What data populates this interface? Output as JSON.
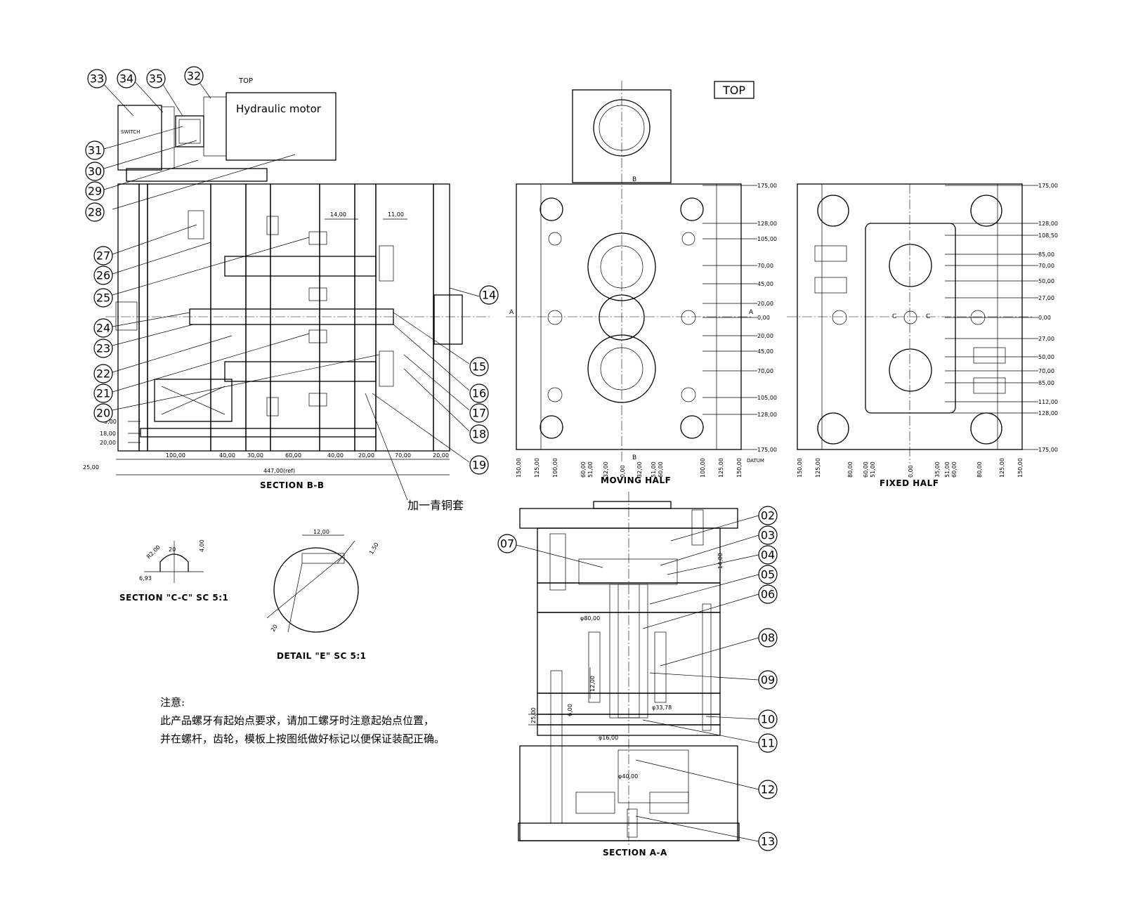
{
  "labels": {
    "hydraulic_motor": "Hydraulic motor",
    "switch": "SWITCH",
    "top_small": "TOP",
    "top_box": "TOP",
    "copper_sleeve": "加一青铜套"
  },
  "section_titles": {
    "bb": "SECTION B-B",
    "moving": "MOVING HALF",
    "fixed": "FIXED HALF",
    "aa": "SECTION A-A",
    "cc": "SECTION \"C-C\" SC 5:1",
    "detail_e": "DETAIL \"E\" SC 5:1"
  },
  "balloons": {
    "b33": "33",
    "b34": "34",
    "b35": "35",
    "b32": "32",
    "b31": "31",
    "b30": "30",
    "b29": "29",
    "b28": "28",
    "b27": "27",
    "b26": "26",
    "b25": "25",
    "b24": "24",
    "b23": "23",
    "b22": "22",
    "b21": "21",
    "b20": "20",
    "b14": "14",
    "b15": "15",
    "b16": "16",
    "b17": "17",
    "b18": "18",
    "b19": "19",
    "b02": "02",
    "b03": "03",
    "b04": "04",
    "b05": "05",
    "b06": "06",
    "b07": "07",
    "b08": "08",
    "b09": "09",
    "b10": "10",
    "b11": "11",
    "b12": "12",
    "b13": "13"
  },
  "bb_dims": {
    "d1": "14,00",
    "d2": "11,00",
    "d3": "5,00",
    "d4": "18,00",
    "d5": "20,00",
    "d6": "25,00",
    "d7": "100,00",
    "d8": "40,00",
    "d9": "30,00",
    "d10": "60,00",
    "d11": "40,00",
    "d12": "20,00",
    "d13": "70,00",
    "d14": "20,00",
    "d15": "447,00(ref)"
  },
  "moving_right_dims": {
    "r1": "175,00",
    "r2": "128,00",
    "r3": "105,00",
    "r4": "70,00",
    "r5": "45,00",
    "r6": "20,00",
    "r7": "0,00",
    "r8": "20,00",
    "r9": "45,00",
    "r10": "70,00",
    "r11": "105,00",
    "r12": "128,00",
    "r13": "175,00"
  },
  "moving_bottom_dims": {
    "m1": "150,00",
    "m2": "125,00",
    "m3": "100,00",
    "m4": "60,00",
    "m5": "51,00",
    "m6": "32,00",
    "m7": "0,00",
    "m8": "32,00",
    "m9": "51,00",
    "m10": "60,00",
    "m11": "100,00",
    "m12": "125,00",
    "m13": "150,00",
    "datum": "DATUM"
  },
  "fixed_right_dims": {
    "f1": "175,00",
    "f2": "128,00",
    "f3": "108,50",
    "f4": "85,00",
    "f5": "70,00",
    "f6": "50,00",
    "f7": "27,00",
    "f8": "0,00",
    "f9": "27,00",
    "f10": "50,00",
    "f11": "70,00",
    "f12": "85,00",
    "f13": "112,00",
    "f14": "128,00",
    "f15": "175,00"
  },
  "fixed_bottom_dims": {
    "g1": "150,00",
    "g2": "125,00",
    "g3": "80,00",
    "g4": "60,00",
    "g5": "51,00",
    "g6": "0,00",
    "g7": "35,00",
    "g8": "51,00",
    "g9": "60,00",
    "g10": "80,00",
    "g11": "125,00",
    "g12": "150,00"
  },
  "aa_dims": {
    "a1": "φ80,00",
    "a2": "12,00",
    "a3": "25,00",
    "a4": "6,00",
    "a5": "φ33,78",
    "a6": "φ16,00",
    "a7": "φ40,00",
    "a8": "14,00"
  },
  "cc_dims": {
    "c1": "R2,00",
    "c2": "20",
    "c3": "4,00",
    "c4": "6,93"
  },
  "e_dims": {
    "e1": "12,00",
    "e2": "1,50",
    "e3": "20"
  },
  "note": {
    "title": "注意:",
    "line1": "此产品螺牙有起始点要求，请加工螺牙时注意起始点位置，",
    "line2": "并在螺杆，齿轮，模板上按图纸做好标记以便保证装配正确。"
  }
}
